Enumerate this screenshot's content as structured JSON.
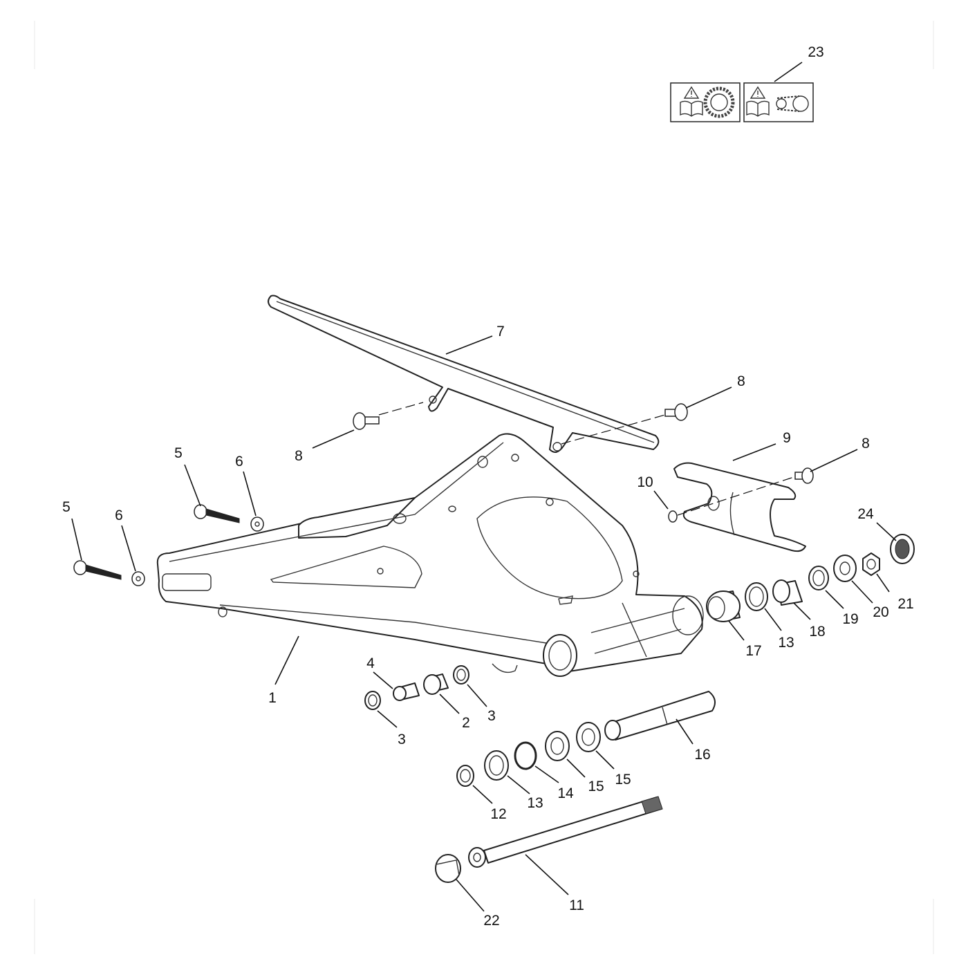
{
  "diagram": {
    "callouts": [
      {
        "id": "c1",
        "text": "1"
      },
      {
        "id": "c2",
        "text": "2"
      },
      {
        "id": "c3a",
        "text": "3"
      },
      {
        "id": "c3b",
        "text": "3"
      },
      {
        "id": "c4",
        "text": "4"
      },
      {
        "id": "c5a",
        "text": "5"
      },
      {
        "id": "c5b",
        "text": "5"
      },
      {
        "id": "c6a",
        "text": "6"
      },
      {
        "id": "c6b",
        "text": "6"
      },
      {
        "id": "c7",
        "text": "7"
      },
      {
        "id": "c8a",
        "text": "8"
      },
      {
        "id": "c8b",
        "text": "8"
      },
      {
        "id": "c8c",
        "text": "8"
      },
      {
        "id": "c9",
        "text": "9"
      },
      {
        "id": "c10",
        "text": "10"
      },
      {
        "id": "c11",
        "text": "11"
      },
      {
        "id": "c12",
        "text": "12"
      },
      {
        "id": "c13a",
        "text": "13"
      },
      {
        "id": "c13b",
        "text": "13"
      },
      {
        "id": "c14",
        "text": "14"
      },
      {
        "id": "c15a",
        "text": "15"
      },
      {
        "id": "c15b",
        "text": "15"
      },
      {
        "id": "c16",
        "text": "16"
      },
      {
        "id": "c17",
        "text": "17"
      },
      {
        "id": "c18",
        "text": "18"
      },
      {
        "id": "c19",
        "text": "19"
      },
      {
        "id": "c20",
        "text": "20"
      },
      {
        "id": "c21",
        "text": "21"
      },
      {
        "id": "c22",
        "text": "22"
      },
      {
        "id": "c23",
        "text": "23"
      },
      {
        "id": "c24",
        "text": "24"
      }
    ]
  }
}
